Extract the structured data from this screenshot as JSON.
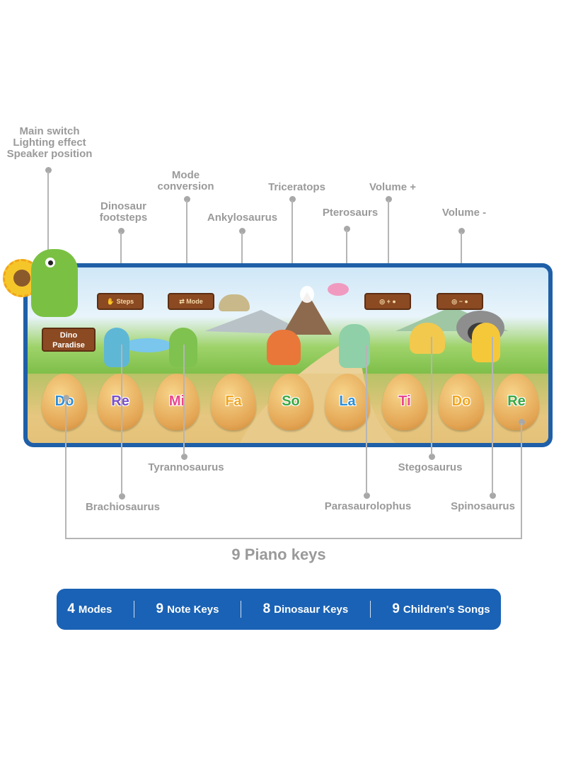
{
  "labels": {
    "main_switch": [
      "Main switch",
      "Lighting effect",
      "Speaker position"
    ],
    "mode_conversion": [
      "Mode",
      "conversion"
    ],
    "dinosaur_footsteps": [
      "Dinosaur",
      "footsteps"
    ],
    "ankylosaurus": "Ankylosaurus",
    "triceratops": "Triceratops",
    "pterosaurs": "Pterosaurs",
    "volume_plus": "Volume +",
    "volume_minus": "Volume -",
    "tyrannosaurus": "Tyrannosaurus",
    "brachiosaurus": "Brachiosaurus",
    "stegosaurus": "Stegosaurus",
    "parasaurolophus": "Parasaurolophus",
    "spinosaurus": "Spinosaurus"
  },
  "piano_keys_title": "9 Piano keys",
  "mat": {
    "sign": [
      "Dino",
      "Paradise"
    ],
    "notes": [
      {
        "text": "Do",
        "color": "#2e8fd6"
      },
      {
        "text": "Re",
        "color": "#7a4fc8"
      },
      {
        "text": "Mi",
        "color": "#e9478f"
      },
      {
        "text": "Fa",
        "color": "#f2a51c"
      },
      {
        "text": "So",
        "color": "#39a845"
      },
      {
        "text": "La",
        "color": "#2e8fd6"
      },
      {
        "text": "Ti",
        "color": "#e9478f"
      },
      {
        "text": "Do",
        "color": "#f2a51c"
      },
      {
        "text": "Re",
        "color": "#39a845"
      }
    ]
  },
  "banner": [
    {
      "num": "4",
      "text": "Modes"
    },
    {
      "num": "9",
      "text": "Note Keys"
    },
    {
      "num": "8",
      "text": "Dinosaur Keys"
    },
    {
      "num": "9",
      "text": "Children's Songs"
    }
  ],
  "colors": {
    "banner": "#1a62b5",
    "mat_border": "#1f5fa8",
    "label": "#9a9a9a"
  }
}
